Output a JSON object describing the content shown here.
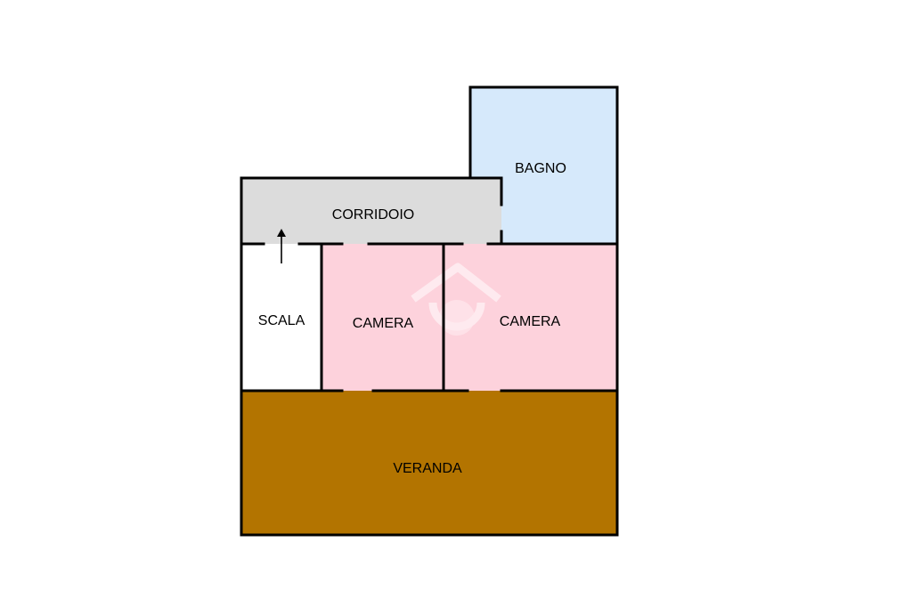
{
  "colors": {
    "bagno": "#d6e9fb",
    "corridoio": "#dcdcdc",
    "scala": "#ffffff",
    "camera": "#fdd2dc",
    "veranda": "#b37400",
    "wall": "#000000",
    "watermark": "#ffffff"
  },
  "rooms": {
    "bagno": {
      "label": "BAGNO"
    },
    "corridoio": {
      "label": "CORRIDOIO"
    },
    "scala": {
      "label": "SCALA"
    },
    "camera_left": {
      "label": "CAMERA"
    },
    "camera_right": {
      "label": "CAMERA"
    },
    "veranda": {
      "label": "VERANDA"
    }
  },
  "icons": {
    "stair_direction": "arrow-up-icon",
    "watermark": "house-logo-icon"
  }
}
